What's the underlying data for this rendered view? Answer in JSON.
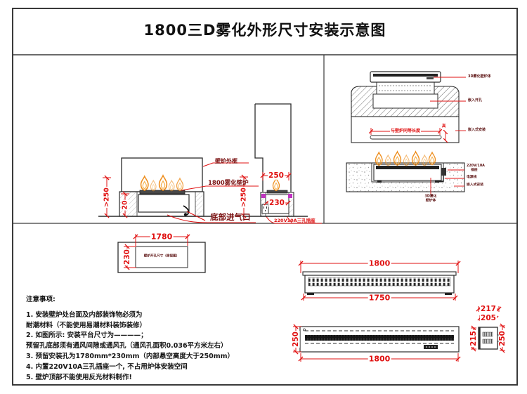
{
  "title": "1800三D雾化外形尺寸安装示意图",
  "colors": {
    "dimension_red": "#e01010",
    "label_dark_red": "#7a1111",
    "flame_orange": "#ee8d1c",
    "insulation_magenta": "#c234c2",
    "line_black": "#2b2b2b"
  },
  "front_view": {
    "label_outer_frame": "壁炉外框",
    "label_fireplace": "1800雾化壁炉",
    "label_air_inlet": "底部进气口",
    "label_socket": "220V10A三孔插座",
    "dim_clearance": ">250",
    "dim_base_gap": "20"
  },
  "side_view": {
    "dim_depth": "250",
    "dim_opening_depth": "230",
    "dim_clearance": ">250"
  },
  "embed_top_view": {
    "label_body": "3D雾化壁炉体",
    "label_opening": "嵌入开孔",
    "label_install": "嵌入式安装",
    "dim_length": "与壁炉同等长度",
    "dim_height": "高"
  },
  "embed_side_view": {
    "label_socket_line1": "220V/10A",
    "label_socket_line2": "插座",
    "label_power_cord": "电源线",
    "label_install": "嵌入式安装",
    "label_body_line1": "3D雾化",
    "label_body_line2": "壁炉体"
  },
  "opening_plan": {
    "dim_width": "1780",
    "dim_depth": "230",
    "label_inner": "壁炉开孔尺寸（俯视图）"
  },
  "front_elevation": {
    "dim_overall": "1800",
    "dim_bottom": "1750"
  },
  "plan_view": {
    "dim_width": "1800",
    "dim_depth": "250"
  },
  "side_elevation": {
    "dim_outer_width": "217",
    "dim_inner_width": "205",
    "dim_left_height": "215",
    "dim_right_height": "250"
  },
  "notes": {
    "heading": "注意事项:",
    "items": [
      "1. 安装壁炉处台面及内部装饰物必须为",
      "耐潮材料（不能使用易潮材料装饰装修）",
      "2. 如图所示: 安装平台尺寸为————；",
      "预留孔底部须有通风间隙或通风孔（通风孔面积0.036平方米左右）",
      "3. 预留安装孔为1780mm*230mm（内部悬空高度大于250mm）",
      "4. 内置220V10A三孔插座一个, 不占用炉体安装空间",
      "5. 壁炉顶部不能使用反光材料制作!"
    ]
  }
}
